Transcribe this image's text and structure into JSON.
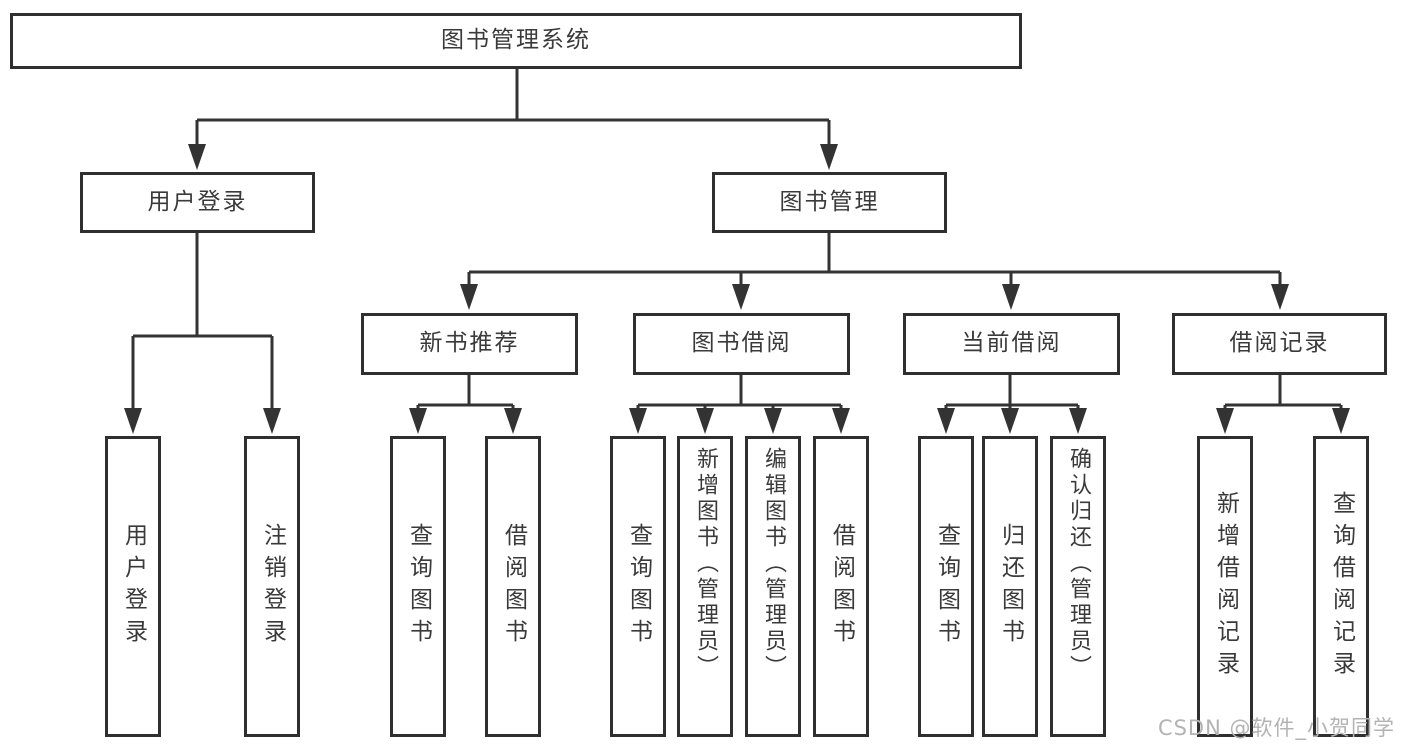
{
  "diagram": {
    "title": "图书管理系统",
    "root": {
      "label": "图书管理系统"
    },
    "level2": [
      {
        "label": "用户登录"
      },
      {
        "label": "图书管理"
      }
    ],
    "level3": [
      {
        "label": "新书推荐"
      },
      {
        "label": "图书借阅"
      },
      {
        "label": "当前借阅"
      },
      {
        "label": "借阅记录"
      }
    ],
    "leaves": [
      {
        "label": "用户登录"
      },
      {
        "label": "注销登录"
      },
      {
        "label": "查询图书"
      },
      {
        "label": "借阅图书"
      },
      {
        "label": "查询图书"
      },
      {
        "label": "新增图书（管理员）"
      },
      {
        "label": "编辑图书（管理员）"
      },
      {
        "label": "借阅图书"
      },
      {
        "label": "查询图书"
      },
      {
        "label": "归还图书"
      },
      {
        "label": "确认归还（管理员）"
      },
      {
        "label": "新增借阅记录"
      },
      {
        "label": "查询借阅记录"
      }
    ]
  },
  "watermark": "CSDN @软件_小贺同学",
  "colors": {
    "line": "#333333",
    "box_border": "#2f2f2f",
    "box_background": "#ffffff",
    "text": "#3a3a3a",
    "watermark": "#b3b3b3",
    "background": "#ffffff"
  }
}
